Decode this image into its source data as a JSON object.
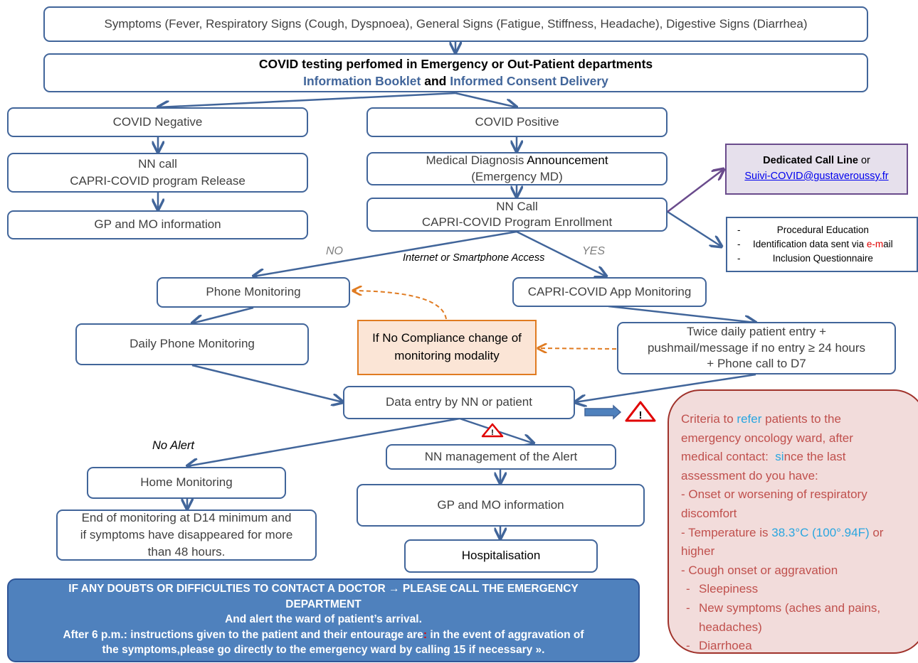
{
  "symptoms": "Symptoms (Fever, Respiratory Signs (Cough, Dyspnoea), General Signs (Fatigue, Stiffness, Headache), Digestive Signs (Diarrhea)",
  "testing": {
    "line1": "COVID testing perfomed in Emergency or Out-Patient departments",
    "line2a": "Information Booklet",
    "line2b": " and ",
    "line2c": "Informed Consent Delivery"
  },
  "negative": {
    "title": "COVID Negative",
    "nn_call_1": "NN call",
    "nn_call_2": "CAPRI-COVID program Release",
    "gp_mo": "GP and MO information"
  },
  "positive": {
    "title": "COVID Positive",
    "diag_1a": "Medical Diagnosis ",
    "diag_1b": "Announcement",
    "diag_2": "(Emergency MD)",
    "enroll_1": "NN Call",
    "enroll_2": "CAPRI-COVID Program Enrollment"
  },
  "call_line": {
    "bold": "Dedicated Call Line",
    "or": " or",
    "email": "Suivi-COVID@gustaveroussy.fr"
  },
  "info_list": {
    "item1": "Procedural Education",
    "item2a": "Identification data sent via ",
    "item2b": "e-m",
    "item2c": "ail",
    "item3": "Inclusion Questionnaire"
  },
  "branch": {
    "no": "NO",
    "yes": "YES",
    "question": "Internet or Smartphone Access"
  },
  "phone_monitoring": "Phone Monitoring",
  "daily_phone": "Daily Phone Monitoring",
  "app_monitoring": "CAPRI-COVID App Monitoring",
  "no_compliance_1": "If No Compliance change of",
  "no_compliance_2": "monitoring modality",
  "twice_daily": {
    "line1": "Twice daily patient entry +",
    "line2": "pushmail/message if no entry ≥ 24 hours",
    "line3": "+ Phone call to D7"
  },
  "data_entry": "Data entry by NN or patient",
  "no_alert": "No Alert",
  "home_monitoring": "Home Monitoring",
  "end_monitoring": {
    "line1": "End of monitoring at D14 minimum and",
    "line2": "if symptoms have disappeared for more",
    "line3": "than 48 hours."
  },
  "alert_mgmt": "NN management of the Alert",
  "gp_mo_alert": "GP and MO information",
  "hospitalisation": "Hospitalisation",
  "criteria": {
    "l1a": "Criteria to ",
    "l1b": "refer",
    "l1c": " patients to the",
    "l2": "emergency oncology ward, after",
    "l3a": "medical contact:  ",
    "l3b": "si",
    "l3c": "nce the last",
    "l4": "assessment do you have:",
    "l5": "- Onset or worsening of respiratory",
    "l6": "discomfort",
    "l7a": "- Temperature is ",
    "l7b": "38.3°C (100°.94F)",
    "l7c": " or",
    "l8": "higher",
    "l9": "- Cough onset or aggravation",
    "l10": "Sleepiness",
    "l11": "New symptoms (aches and pains,",
    "l12": "headaches)",
    "l13": "Diarrhoea"
  },
  "emergency": {
    "line1": "IF ANY DOUBTS OR DIFFICULTIES TO CONTACT A DOCTOR → PLEASE CALL THE EMERGENCY",
    "line2": "DEPARTMENT",
    "line3": "And alert the ward of patient’s arrival.",
    "line4a": "After 6 p.m.: instructions given to the patient and their entourage are",
    "line4b": ":",
    "line4c": " in the event of aggravation of",
    "line5": "the symptoms,please  go  directly to the emergency ward by calling 15 if necessary »."
  },
  "colors": {
    "flow_blue": "#41659a",
    "orange": "#e07b21",
    "purple": "#6a4b8c",
    "criteria_text": "#c0504d",
    "criteria_bg": "#f2dcdb",
    "highlight_blue": "#29a6e0",
    "emergency_bg": "#4f81bd",
    "red": "#e00000"
  }
}
